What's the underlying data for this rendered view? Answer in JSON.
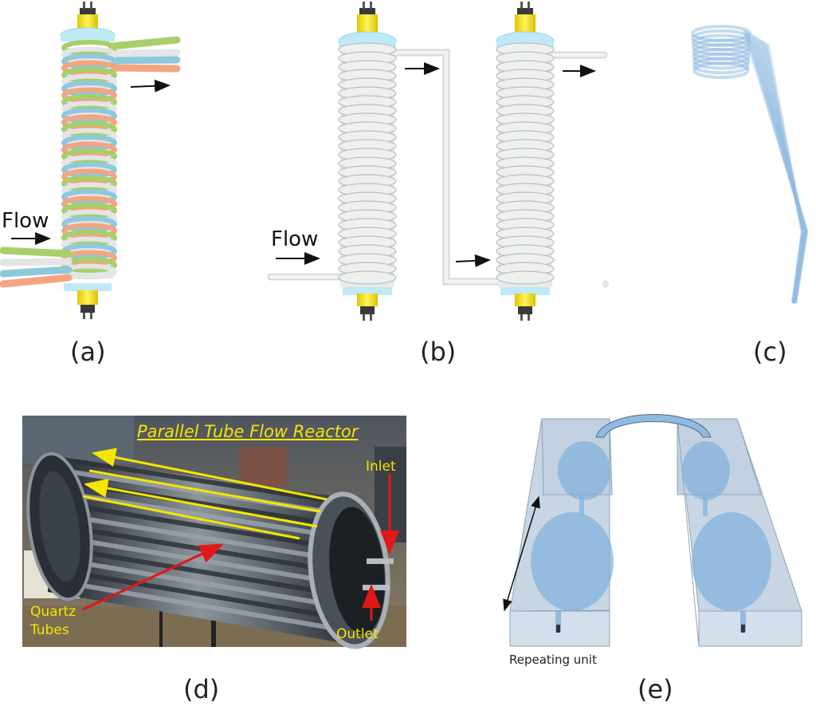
{
  "panels": {
    "a": {
      "label": "(a)",
      "flow_text": "Flow"
    },
    "b": {
      "label": "(b)",
      "flow_text": "Flow"
    },
    "c": {
      "label": "(c)"
    },
    "d": {
      "label": "(d)",
      "title": "Parallel Tube Flow Reactor",
      "inlet": "Inlet",
      "outlet": "Outlet",
      "quartz": "Quartz",
      "tubes": "Tubes"
    },
    "e": {
      "label": "(e)",
      "caption": "Repeating unit"
    }
  },
  "colors": {
    "tube_green": "#a9cf6a",
    "tube_blue": "#8ec8dc",
    "tube_orange": "#f4a57f",
    "tube_grey": "#e3e5e6",
    "lamp_yellow": "#f5e21b",
    "cap_cyan": "#bfe9f6",
    "channel_blue": "#7fb0dc",
    "photo_yellow": "#f3e600",
    "arrow_red": "#e01818"
  }
}
